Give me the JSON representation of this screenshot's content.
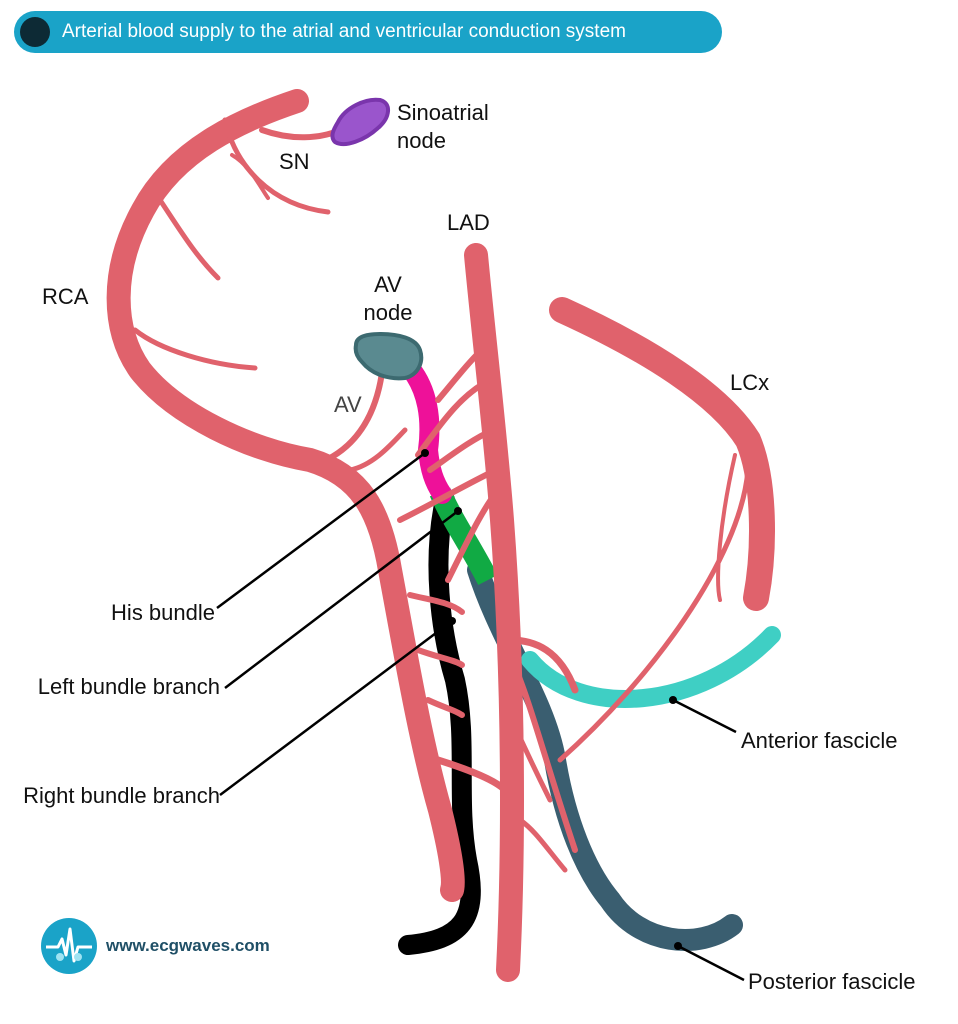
{
  "header": {
    "title": "Arterial blood supply to the atrial and ventricular conduction system"
  },
  "labels": {
    "sinoatrial_node": [
      "Sinoatrial",
      "node"
    ],
    "sn": "SN",
    "lad": "LAD",
    "rca": "RCA",
    "av_node": [
      "AV",
      "node"
    ],
    "av": "AV",
    "lcx": "LCx",
    "his_bundle": "His bundle",
    "left_bundle_branch": "Left bundle branch",
    "right_bundle_branch": "Right bundle branch",
    "anterior_fascicle": "Anterior fascicle",
    "posterior_fascicle": "Posterior fascicle"
  },
  "footer": {
    "website": "www.ecgwaves.com"
  },
  "colors": {
    "banner": "#1aa3c8",
    "artery": "#e0626c",
    "sinoatrial_node": "#9a55cc",
    "av_node": "#5a8a90",
    "his_bundle": "#ee1199",
    "left_bundle_branch": "#11aa44",
    "right_bundle_branch": "#000000",
    "anterior_fascicle": "#3fcfc4",
    "posterior_fascicle": "#3a5e70"
  }
}
